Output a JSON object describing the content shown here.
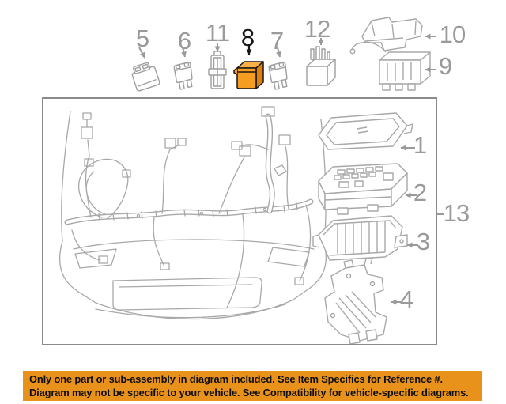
{
  "banner": {
    "line1": "Only one part or sub-assembly in diagram included. See Item Specifics for Reference #.",
    "line2": "Diagram may not be specific to your vehicle. See Compatibility for vehicle-specific diagrams."
  },
  "callouts": {
    "c1": "1",
    "c2": "2",
    "c3": "3",
    "c4": "4",
    "c5": "5",
    "c6": "6",
    "c7": "7",
    "c8": "8",
    "c9": "9",
    "c10": "10",
    "c11": "11",
    "c12": "12",
    "c13": "13"
  },
  "highlighted_callout": "8",
  "colors": {
    "banner_bg": "#E8921C",
    "highlight_top": "#FBB045",
    "highlight_front": "#F59D20",
    "highlight_side": "#E07F10",
    "line_art": "#A8A8A8",
    "callout_gray": "#9A9A9A",
    "callout_black": "#161616",
    "diagram_border": "#8A8A8A"
  },
  "icons": {
    "top_row": [
      {
        "ref": "5",
        "name": "low-profile-fuse-icon"
      },
      {
        "ref": "6",
        "name": "mini-fuse-icon"
      },
      {
        "ref": "11",
        "name": "cartridge-fuse-icon"
      },
      {
        "ref": "8",
        "name": "highlighted-relay-box-icon"
      },
      {
        "ref": "7",
        "name": "mini-fuse-icon"
      },
      {
        "ref": "12",
        "name": "relay-icon"
      }
    ],
    "right_column": [
      {
        "ref": "10",
        "name": "fuse-box-cover-icon"
      },
      {
        "ref": "9",
        "name": "fusible-link-block-icon"
      }
    ],
    "main_diagram": [
      {
        "ref": "1",
        "name": "fuse-box-lid"
      },
      {
        "ref": "2",
        "name": "fuse-box-body"
      },
      {
        "ref": "3",
        "name": "fuse-box-lower-housing"
      },
      {
        "ref": "4",
        "name": "fuse-box-bracket"
      },
      {
        "ref": "13",
        "name": "engine-harness-assembly-group"
      }
    ]
  }
}
